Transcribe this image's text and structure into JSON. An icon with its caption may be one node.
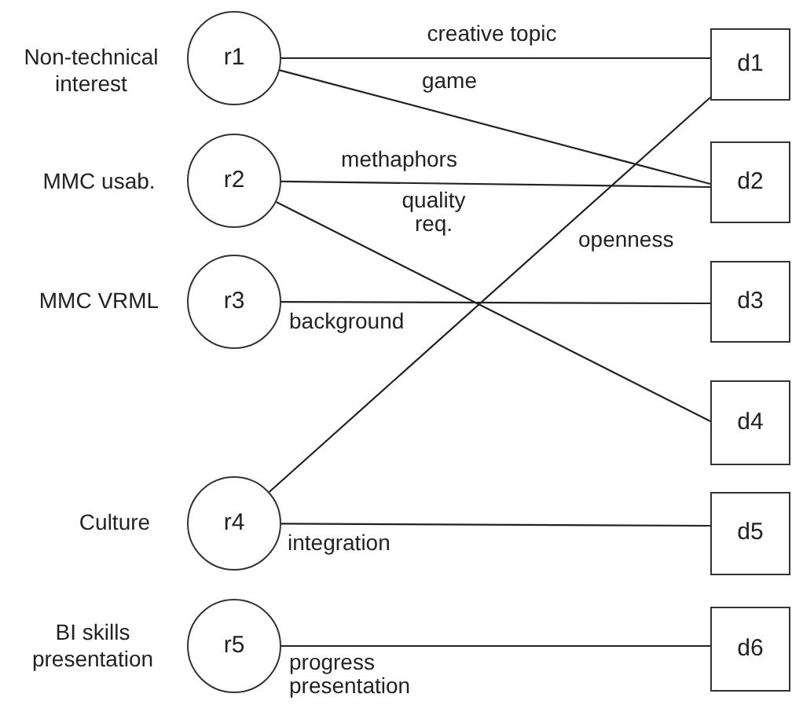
{
  "diagram": {
    "nodes": [
      {
        "text": [
          "r1"
        ],
        "beside": [
          "Non-technical interest"
        ]
      },
      {
        "text": [
          "r2"
        ],
        "beside": [
          "MMC usab."
        ]
      },
      {
        "text": [
          "r3"
        ],
        "beside": [
          "MMC VRML"
        ]
      },
      {
        "text": [
          "r4"
        ],
        "beside": [
          "Culture"
        ]
      },
      {
        "text": [
          "r5"
        ],
        "beside": [
          "BI skills presentation"
        ]
      },
      {
        "text": [
          "d1"
        ]
      },
      {
        "text": [
          "d2"
        ]
      },
      {
        "text": [
          "d3"
        ]
      },
      {
        "text": [
          "d4"
        ]
      },
      {
        "text": [
          "d5"
        ]
      },
      {
        "text": [
          "d6"
        ]
      }
    ],
    "edges": [
      {
        "from": 0,
        "to": 5,
        "arrow": "none",
        "label": "creative topic"
      },
      {
        "from": 0,
        "to": 6,
        "arrow": "none",
        "label": "game"
      },
      {
        "from": 1,
        "to": 6,
        "arrow": "none",
        "label": "methaphors"
      },
      {
        "from": 1,
        "to": 8,
        "arrow": "none",
        "label": "quality req."
      },
      {
        "from": 2,
        "to": 7,
        "arrow": "none",
        "label": "background"
      },
      {
        "from": 3,
        "to": 5,
        "arrow": "none",
        "label": "openness"
      },
      {
        "from": 3,
        "to": 9,
        "arrow": "none",
        "label": "integration"
      },
      {
        "from": 4,
        "to": 10,
        "arrow": "none",
        "label": "progress presentation"
      }
    ]
  }
}
